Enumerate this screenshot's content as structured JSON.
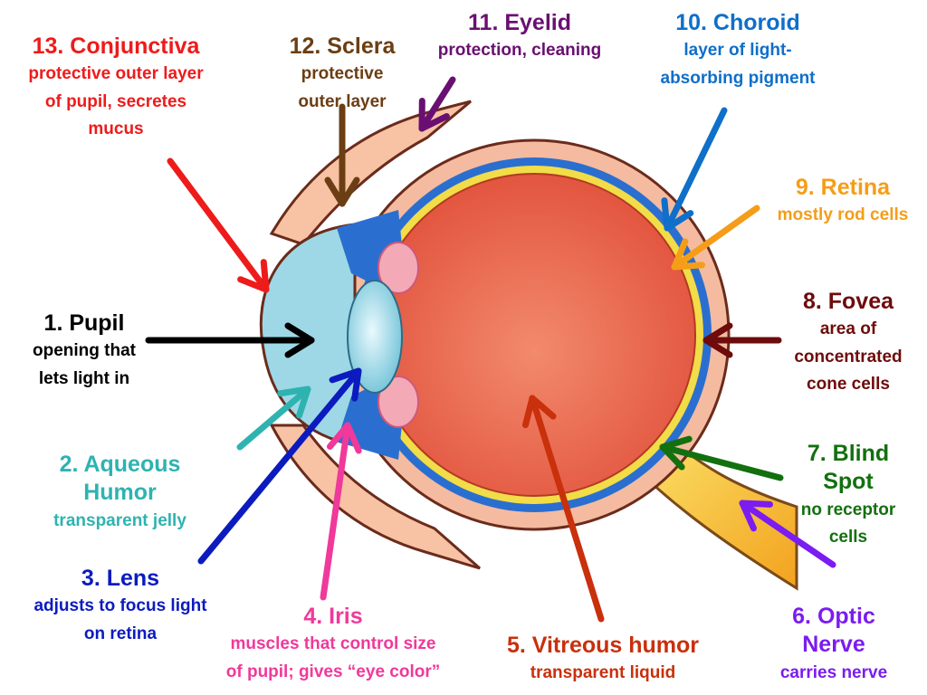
{
  "colors": {
    "pupil": "#000000",
    "aqueous": "#2eb3b1",
    "lens": "#0c1bbf",
    "iris": "#f0399b",
    "vitreous": "#c9300c",
    "optic_nerve": "#7b1cf0",
    "blind_spot": "#13700e",
    "fovea": "#6e0b0b",
    "retina": "#f59d18",
    "choroid": "#0f6fc9",
    "eyelid": "#6a0f72",
    "sclera": "#6b3e13",
    "conjunctiva": "#ee1b1b"
  },
  "labels": [
    {
      "key": "pupil",
      "title": "1. Pupil",
      "desc": [
        "opening that",
        "lets light in"
      ]
    },
    {
      "key": "aqueous",
      "title": "2. Aqueous Humor",
      "desc": [
        "transparent jelly"
      ]
    },
    {
      "key": "lens",
      "title": "3. Lens",
      "desc": [
        "adjusts to focus light",
        "on retina"
      ]
    },
    {
      "key": "iris",
      "title": "4. Iris",
      "desc": [
        "muscles that control size",
        "of pupil; gives “eye color”"
      ]
    },
    {
      "key": "vitreous",
      "title": "5. Vitreous humor",
      "desc": [
        "transparent liquid"
      ]
    },
    {
      "key": "optic_nerve",
      "title": "6. Optic Nerve",
      "desc": [
        "carries nerve"
      ]
    },
    {
      "key": "blind_spot",
      "title": "7. Blind Spot",
      "desc": [
        "no receptor",
        "cells"
      ]
    },
    {
      "key": "fovea",
      "title": "8. Fovea",
      "desc": [
        "area of",
        "concentrated",
        "cone cells"
      ]
    },
    {
      "key": "retina",
      "title": "9. Retina",
      "desc": [
        "mostly rod cells"
      ]
    },
    {
      "key": "choroid",
      "title": "10. Choroid",
      "desc": [
        "layer of light-",
        "absorbing pigment"
      ]
    },
    {
      "key": "eyelid",
      "title": "11. Eyelid",
      "desc": [
        "protection, cleaning"
      ]
    },
    {
      "key": "sclera",
      "title": "12. Sclera",
      "desc": [
        "protective",
        "outer layer"
      ]
    },
    {
      "key": "conjunctiva",
      "title": "13. Conjunctiva",
      "desc": [
        "protective outer layer",
        "of pupil, secretes",
        "mucus"
      ]
    }
  ]
}
